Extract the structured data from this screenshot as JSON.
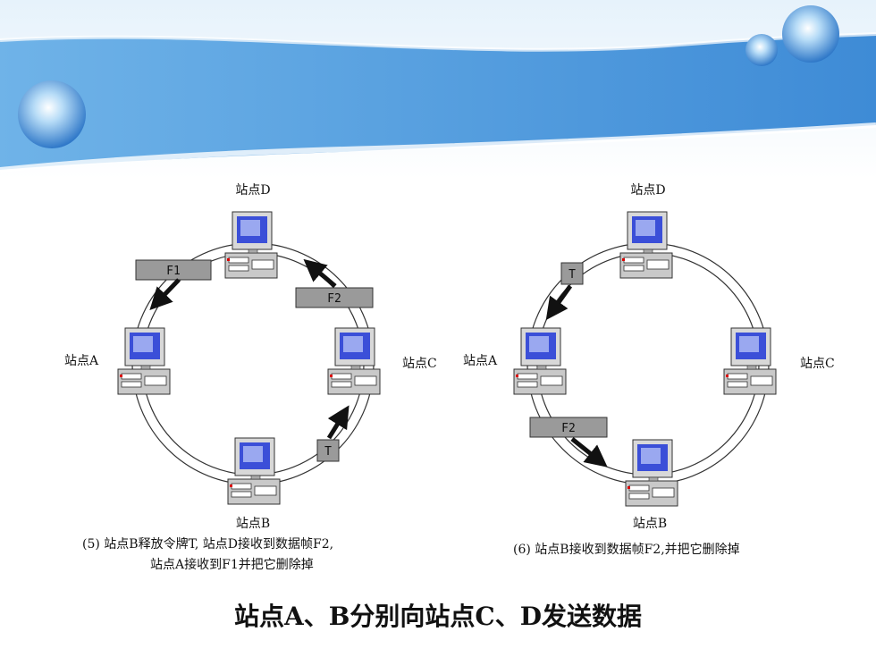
{
  "diagram_left": {
    "stations": {
      "top": "站点D",
      "left": "站点A",
      "right": "站点C",
      "bottom": "站点B"
    },
    "boxes": [
      "F1",
      "F2",
      "T"
    ],
    "caption_line1": "(5) 站点B释放令牌T, 站点D接收到数据帧F2,",
    "caption_line2": "站点A接收到F1并把它删除掉"
  },
  "diagram_right": {
    "stations": {
      "top": "站点D",
      "left": "站点A",
      "right": "站点C",
      "bottom": "站点B"
    },
    "boxes": [
      "T",
      "F2"
    ],
    "caption": "(6) 站点B接收到数据帧F2,并把它删除掉"
  },
  "title": "站点A、B分别向站点C、D发送数据",
  "colors": {
    "banner_blue": "#4a90d9",
    "box_gray": "#9a9a9a",
    "arrow": "#111111"
  }
}
